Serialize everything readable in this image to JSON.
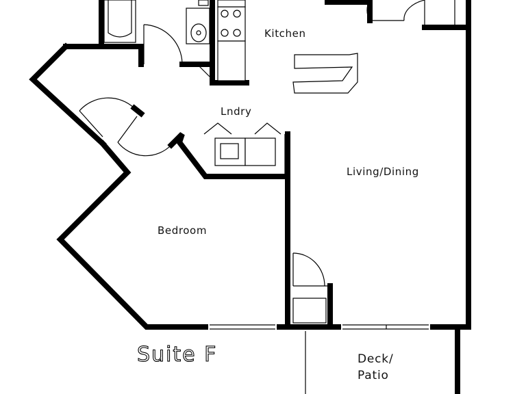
{
  "rooms": {
    "kitchen": "Kitchen",
    "laundry": "Lndry",
    "living_dining": "Living/Dining",
    "bedroom": "Bedroom",
    "deck_line1": "Deck/",
    "deck_line2": "Patio"
  },
  "unit_name": "Suite F"
}
